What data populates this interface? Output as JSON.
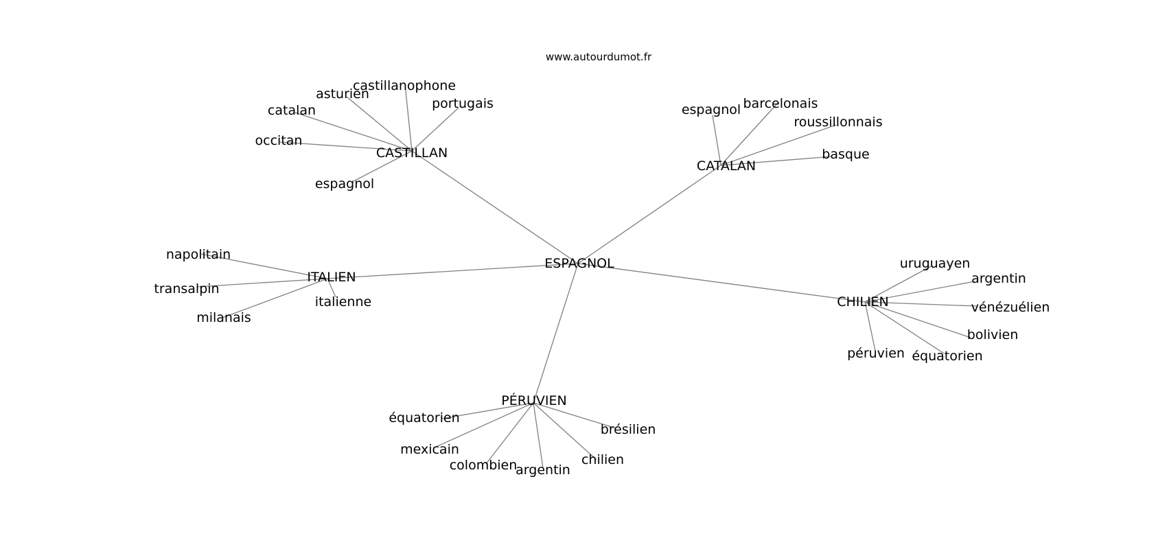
{
  "source": "www.autourdumot.fr",
  "style": {
    "edge_color": "#808080",
    "text_color": "#000000",
    "background": "#ffffff"
  },
  "graph": {
    "center": "ESPAGNOL",
    "hubs": [
      {
        "label": "CASTILLAN",
        "children": [
          "castillanophone",
          "asturien",
          "portugais",
          "catalan",
          "occitan",
          "espagnol"
        ]
      },
      {
        "label": "CATALAN",
        "children": [
          "espagnol",
          "barcelonais",
          "roussillonnais",
          "basque"
        ]
      },
      {
        "label": "ITALIEN",
        "children": [
          "napolitain",
          "transalpin",
          "milanais",
          "italienne"
        ]
      },
      {
        "label": "CHILIEN",
        "children": [
          "uruguayen",
          "argentin",
          "vénézuélien",
          "bolivien",
          "équatorien",
          "péruvien"
        ]
      },
      {
        "label": "PÉRUVIEN",
        "children": [
          "équatorien",
          "mexicain",
          "colombien",
          "argentin",
          "chilien",
          "brésilien"
        ]
      }
    ]
  }
}
